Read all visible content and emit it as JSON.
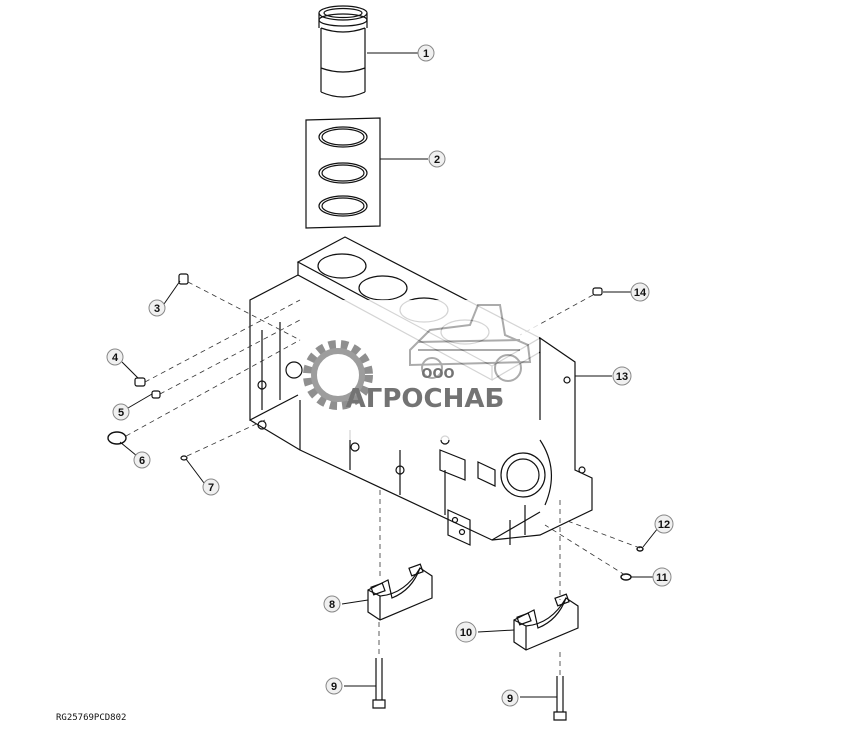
{
  "figure_id": "RG25769PCD802",
  "callouts": [
    {
      "id": "c1",
      "label": "1"
    },
    {
      "id": "c2",
      "label": "2"
    },
    {
      "id": "c3",
      "label": "3"
    },
    {
      "id": "c4",
      "label": "4"
    },
    {
      "id": "c5",
      "label": "5"
    },
    {
      "id": "c6",
      "label": "6"
    },
    {
      "id": "c7",
      "label": "7"
    },
    {
      "id": "c8",
      "label": "8"
    },
    {
      "id": "c9a",
      "label": "9"
    },
    {
      "id": "c9b",
      "label": "9"
    },
    {
      "id": "c10",
      "label": "10"
    },
    {
      "id": "c11",
      "label": "11"
    },
    {
      "id": "c12",
      "label": "12"
    },
    {
      "id": "c13",
      "label": "13"
    },
    {
      "id": "c14",
      "label": "14"
    }
  ],
  "watermark": {
    "company_prefix": "ООО",
    "company_name": "АГРОСНАБ"
  }
}
